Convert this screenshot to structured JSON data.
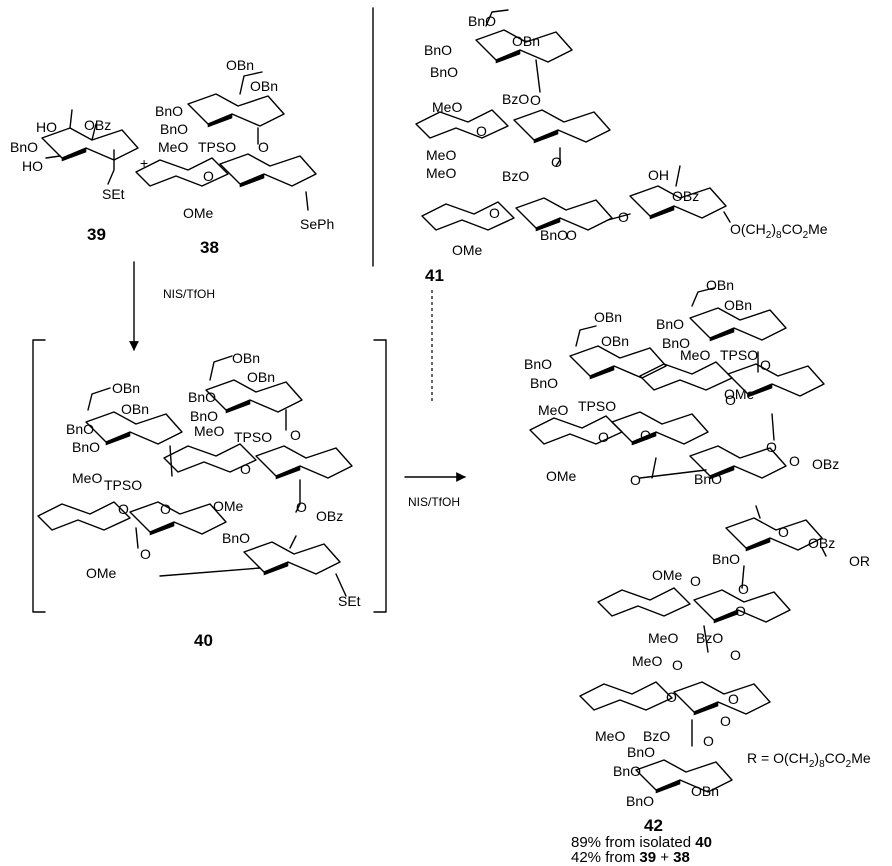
{
  "compounds": {
    "c39": {
      "number": "39",
      "labels": [
        "HO",
        "OBz",
        "BnO",
        "HO",
        "SEt"
      ]
    },
    "c38": {
      "number": "38",
      "labels": [
        "OBn",
        "OBn",
        "BnO",
        "BnO",
        "MeO",
        "TPSO",
        "O",
        "O",
        "OMe",
        "SePh"
      ]
    },
    "c41": {
      "number": "41",
      "labels": [
        "BnO",
        "OBn",
        "BnO",
        "BnO",
        "MeO",
        "BzO",
        "O",
        "O",
        "MeO",
        "BzO",
        "OH",
        "MeO",
        "OBz",
        "O",
        "O",
        "O",
        "OMe",
        "BnO",
        "O"
      ]
    },
    "c40": {
      "number": "40",
      "labels": [
        "OBn",
        "OBn",
        "BnO",
        "BnO",
        "OBn",
        "OBn",
        "BnO",
        "BnO",
        "MeO",
        "TPSO",
        "MeO",
        "TPSO",
        "O",
        "O",
        "O",
        "OMe",
        "O",
        "O",
        "OBz",
        "OMe",
        "BnO",
        "O",
        "SEt"
      ]
    },
    "c42": {
      "number": "42",
      "labels": [
        "OBn",
        "OBn",
        "BnO",
        "BnO",
        "OBn",
        "OBn",
        "BnO",
        "BnO",
        "MeO",
        "TPSO",
        "MeO",
        "TPSO",
        "O",
        "O",
        "O",
        "OMe",
        "O",
        "O",
        "O",
        "OBz",
        "OMe",
        "BnO",
        "O",
        "O",
        "OBz",
        "BnO",
        "OR",
        "OMe",
        "O",
        "O",
        "MeO",
        "BzO",
        "O",
        "O",
        "MeO",
        "O",
        "O",
        "O",
        "MeO",
        "BzO",
        "O",
        "O",
        "BnO",
        "BnO",
        "OBn",
        "BnO"
      ]
    }
  },
  "plus_sign": "+",
  "reagents": {
    "arrow_down": "NIS/TfOH",
    "arrow_right": "NIS/TfOH"
  },
  "r_definition": {
    "prefix": "R = O(CH",
    "sub1": "2",
    "mid": ")",
    "sub2": "8",
    "tail": "CO",
    "sub3": "2",
    "end": "Me"
  },
  "side_chain_41": {
    "prefix": "O(CH",
    "sub1": "2",
    "mid": ")",
    "sub2": "8",
    "tail": "CO",
    "sub3": "2",
    "end": "Me"
  },
  "yields": {
    "line1": {
      "pre": "89% from isolated ",
      "bold": "40"
    },
    "line2": {
      "pre": "42% from ",
      "bold_a": "39",
      "mid": " + ",
      "bold_b": "38"
    }
  }
}
